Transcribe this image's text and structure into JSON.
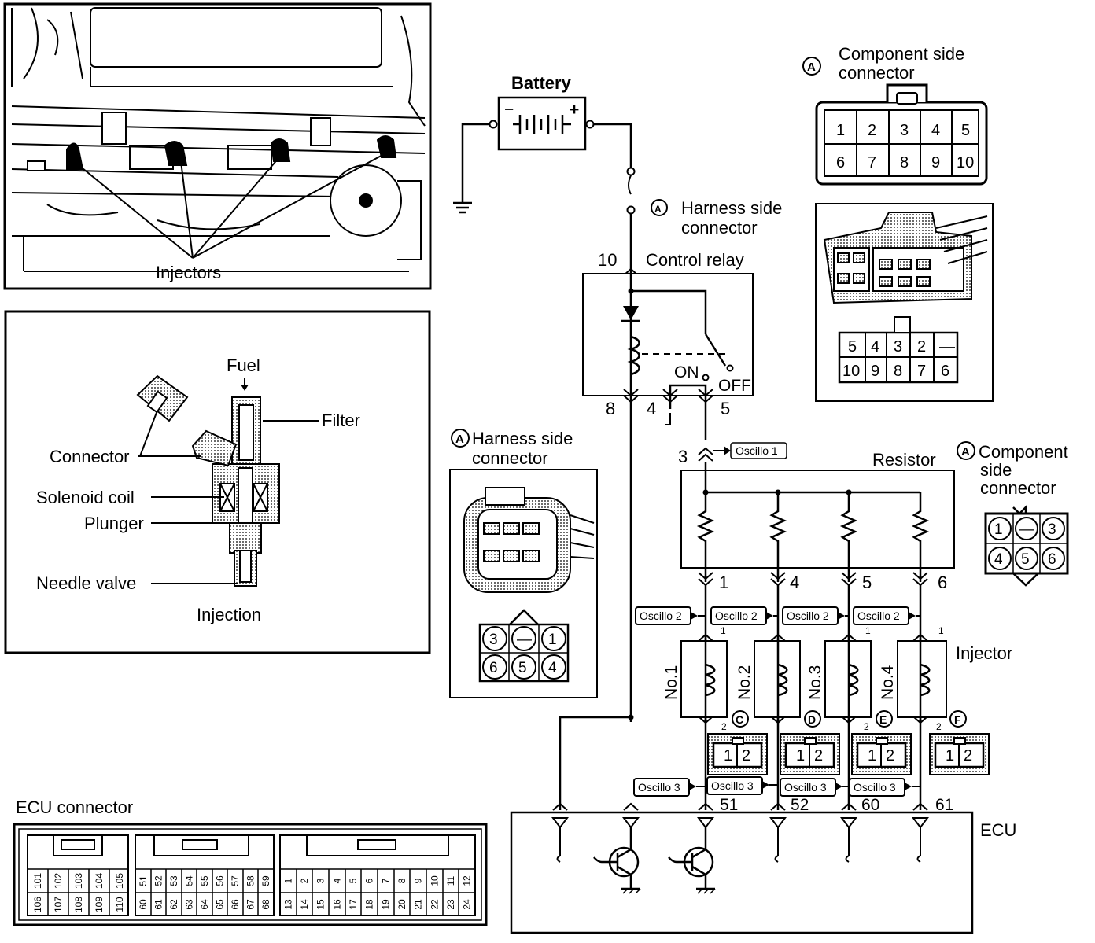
{
  "injector_location": {
    "label": "Injectors"
  },
  "injector_detail": {
    "fuel": "Fuel",
    "filter": "Filter",
    "connector": "Connector",
    "solenoid_coil": "Solenoid coil",
    "plunger": "Plunger",
    "needle_valve": "Needle valve",
    "injection": "Injection"
  },
  "battery": {
    "label": "Battery",
    "minus": "−",
    "plus": "+"
  },
  "harness_connector_a": {
    "badge": "A",
    "line1": "Harness side",
    "line2": "connector",
    "top_row": [
      "3",
      "—",
      "1"
    ],
    "bottom_row": [
      "6",
      "5",
      "4"
    ]
  },
  "harness_label_top": {
    "badge": "A",
    "line1": "Harness side",
    "line2": "connector"
  },
  "component_connector_top": {
    "badge": "A",
    "line1": "Component side",
    "line2": "connector",
    "top_row": [
      "1",
      "2",
      "3",
      "4",
      "5"
    ],
    "bottom_row": [
      "6",
      "7",
      "8",
      "9",
      "10"
    ]
  },
  "harness_connector_top_photo": {
    "top_row": [
      "5",
      "4",
      "3",
      "2",
      "—"
    ],
    "bottom_row": [
      "10",
      "9",
      "8",
      "7",
      "6"
    ]
  },
  "component_connector_right": {
    "badge": "A",
    "line1": "Component",
    "line2": "side",
    "line3": "connector",
    "top_row": [
      "1",
      "—",
      "3"
    ],
    "bottom_row": [
      "4",
      "5",
      "6"
    ]
  },
  "control_relay": {
    "label": "Control relay",
    "pin_top": "10",
    "pin_8": "8",
    "pin_4": "4",
    "pin_5": "5",
    "on": "ON",
    "off": "OFF"
  },
  "resistor": {
    "label": "Resistor",
    "pin_in": "3",
    "pins_out": [
      "1",
      "4",
      "5",
      "6"
    ],
    "osc_label": "Oscillo 1"
  },
  "injector": {
    "label": "Injector",
    "numbers": [
      "No.1",
      "No.2",
      "No.3",
      "No.4"
    ],
    "terminal_top": "1",
    "terminal_bottom": "2",
    "osc2": [
      "Oscillo 2",
      "Oscillo 2",
      "Oscillo 2",
      "Oscillo 2"
    ],
    "osc3": [
      "Oscillo 3",
      "Oscillo 3",
      "Oscillo 3",
      "Oscillo 3"
    ],
    "connector_badges": [
      "C",
      "D",
      "E",
      "F"
    ],
    "connector_pins": [
      "1",
      "2"
    ]
  },
  "ecu": {
    "label": "ECU",
    "pins": [
      "51",
      "52",
      "60",
      "61"
    ]
  },
  "ecu_connector": {
    "label": "ECU connector",
    "block1_top": [
      "101",
      "102",
      "103",
      "104",
      "105"
    ],
    "block1_bottom": [
      "106",
      "107",
      "108",
      "109",
      "110"
    ],
    "block2_top": [
      "51",
      "52",
      "53",
      "54",
      "55",
      "56",
      "57",
      "58",
      "59"
    ],
    "block2_bottom": [
      "60",
      "61",
      "62",
      "63",
      "64",
      "65",
      "66",
      "67",
      "68"
    ],
    "block3_top": [
      "1",
      "2",
      "3",
      "4",
      "5",
      "6",
      "7",
      "8",
      "9",
      "10",
      "11",
      "12"
    ],
    "block3_bottom": [
      "13",
      "14",
      "15",
      "16",
      "17",
      "18",
      "19",
      "20",
      "21",
      "22",
      "23",
      "24"
    ]
  }
}
